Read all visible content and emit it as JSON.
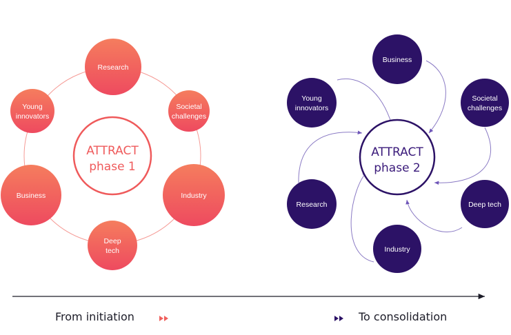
{
  "phase1": {
    "title_line1": "ATTRACT",
    "title_line2": "phase 1",
    "color": "#f0605d",
    "gradient_top": "#f57d5e",
    "gradient_bottom": "#ee4a5f",
    "nodes": [
      {
        "lines": [
          "Research"
        ]
      },
      {
        "lines": [
          "Societal",
          "challenges"
        ]
      },
      {
        "lines": [
          "Industry"
        ]
      },
      {
        "lines": [
          "Deep",
          "tech"
        ]
      },
      {
        "lines": [
          "Business"
        ]
      },
      {
        "lines": [
          "Young",
          "innovators"
        ]
      }
    ]
  },
  "phase2": {
    "title_line1": "ATTRACT",
    "title_line2": "phase 2",
    "color": "#2c1266",
    "nodes": [
      {
        "lines": [
          "Business"
        ]
      },
      {
        "lines": [
          "Societal",
          "challenges"
        ]
      },
      {
        "lines": [
          "Deep tech"
        ]
      },
      {
        "lines": [
          "Industry"
        ]
      },
      {
        "lines": [
          "Research"
        ]
      },
      {
        "lines": [
          "Young",
          "innovators"
        ]
      }
    ]
  },
  "timeline": {
    "left_label": "From initiation",
    "right_label": "To consolidation",
    "axis_color": "#1c1c28"
  }
}
